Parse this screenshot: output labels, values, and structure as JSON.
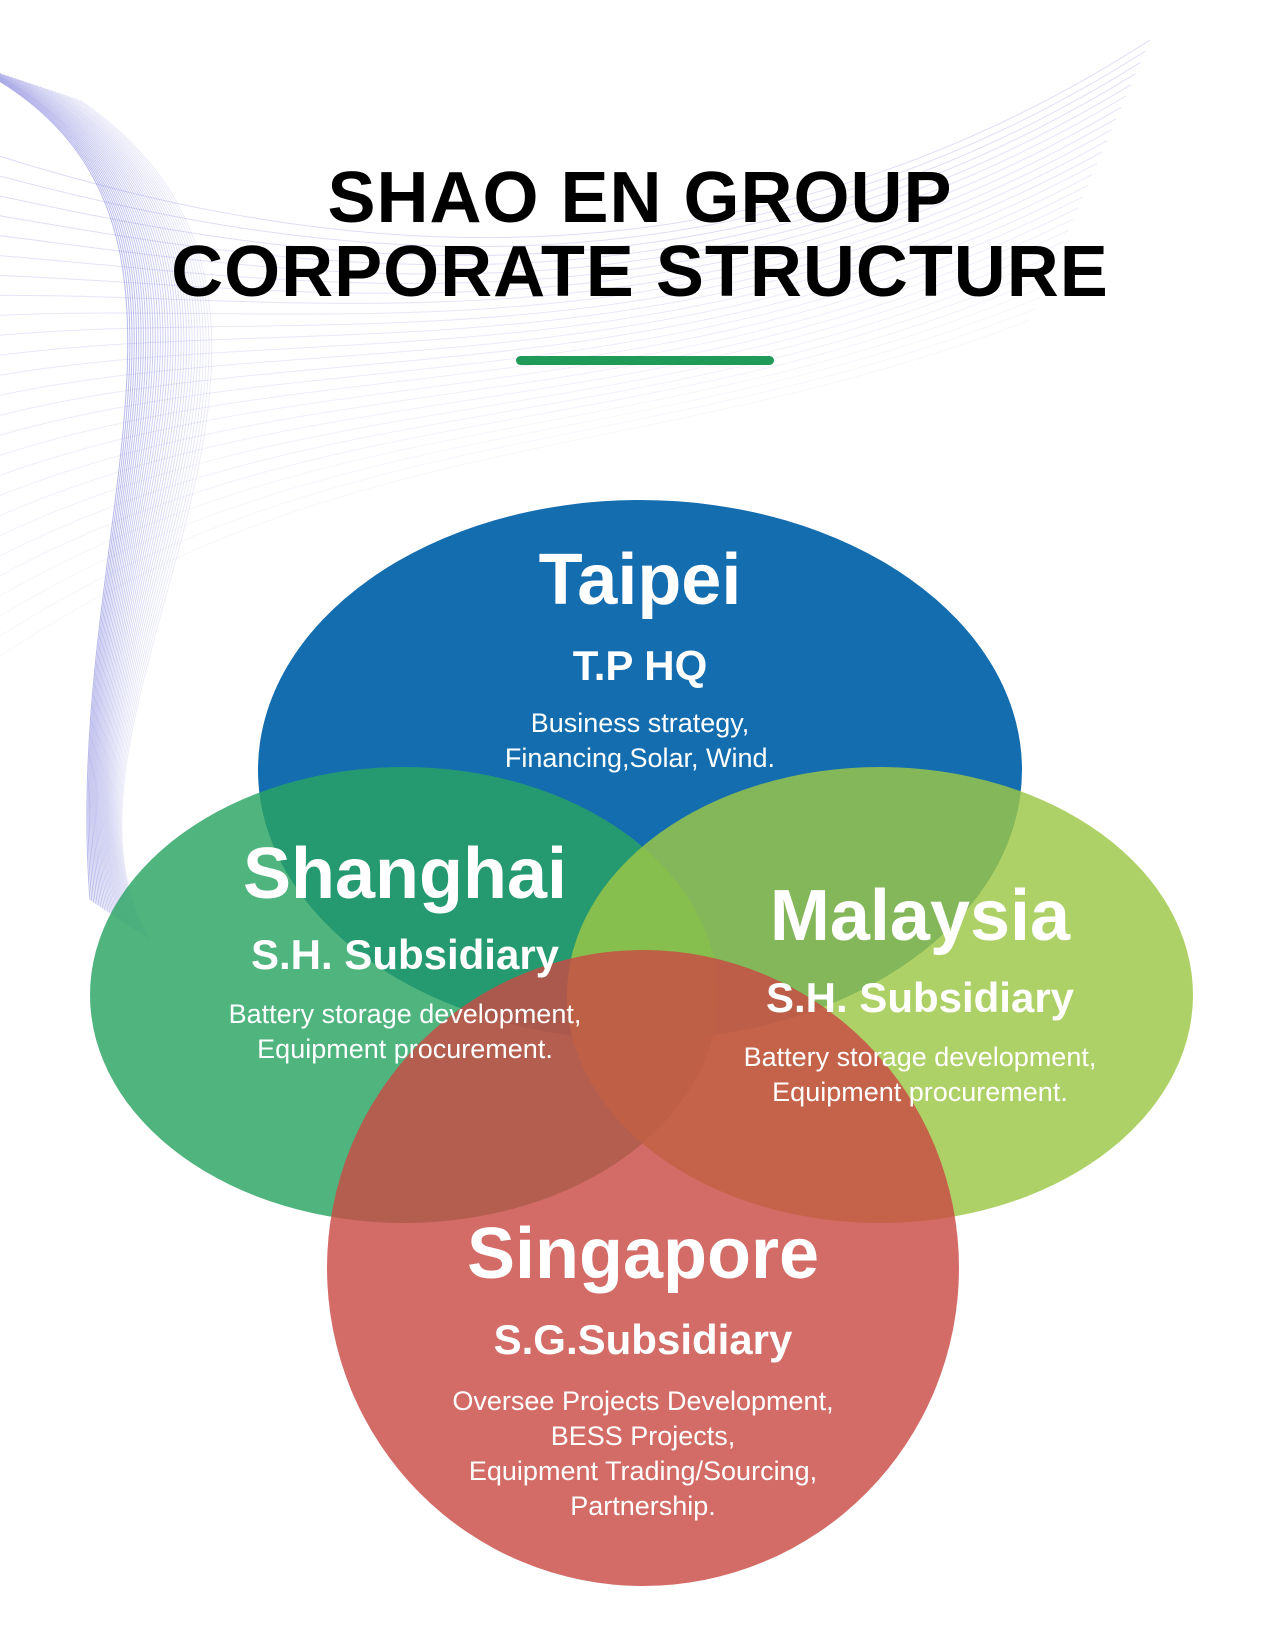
{
  "title": {
    "line1": "SHAO EN GROUP",
    "line2": "CORPORATE STRUCTURE",
    "underline_color": "#1f9a57"
  },
  "regions": {
    "taipei": {
      "name": "Taipei",
      "entity": "T.P HQ",
      "description": [
        "Business strategy,",
        "Financing,Solar, Wind."
      ],
      "color": "#0f6aad"
    },
    "shanghai": {
      "name": "Shanghai",
      "entity": "S.H. Subsidiary",
      "description": [
        "Battery storage development,",
        "Equipment procurement."
      ],
      "color": "#2aa363"
    },
    "malaysia": {
      "name": "Malaysia",
      "entity": "S.H. Subsidiary",
      "description": [
        "Battery storage development,",
        "Equipment procurement."
      ],
      "color": "#9cc745"
    },
    "singapore": {
      "name": "Singapore",
      "entity": "S.G.Subsidiary",
      "description": [
        "Oversee Projects Development,",
        "BESS Projects,",
        "Equipment Trading/Sourcing,",
        "Partnership."
      ],
      "color": "#c94a44"
    }
  },
  "background": {
    "mesh_color": "#6b6bd6"
  }
}
